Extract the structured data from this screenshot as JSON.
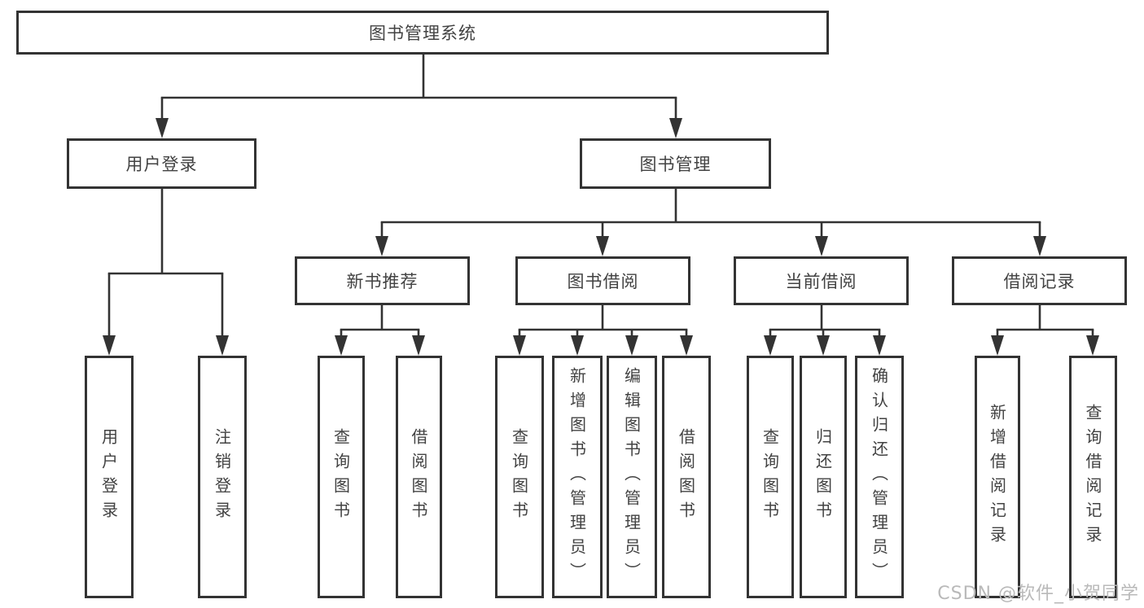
{
  "diagram": {
    "root_label": "图书管理系统",
    "level2": [
      "用户登录",
      "图书管理"
    ],
    "level3": [
      "新书推荐",
      "图书借阅",
      "当前借阅",
      "借阅记录"
    ],
    "leaves_user_login": [
      "用户登录",
      "注销登录"
    ],
    "leaves_new_book": [
      "查询图书",
      "借阅图书"
    ],
    "leaves_book_borrow": [
      "查询图书",
      "新增图书（管理员）",
      "编辑图书（管理员）",
      "借阅图书"
    ],
    "leaves_current_borrow": [
      "查询图书",
      "归还图书",
      "确认归还（管理员）"
    ],
    "leaves_borrow_record": [
      "新增借阅记录",
      "查询借阅记录"
    ]
  },
  "watermark": {
    "text": "CSDN @软件_小贺同学"
  },
  "colors": {
    "line": "#333333",
    "box_border": "#333333",
    "text": "#424242",
    "watermark": "#b9b9b9",
    "background": "#ffffff"
  }
}
